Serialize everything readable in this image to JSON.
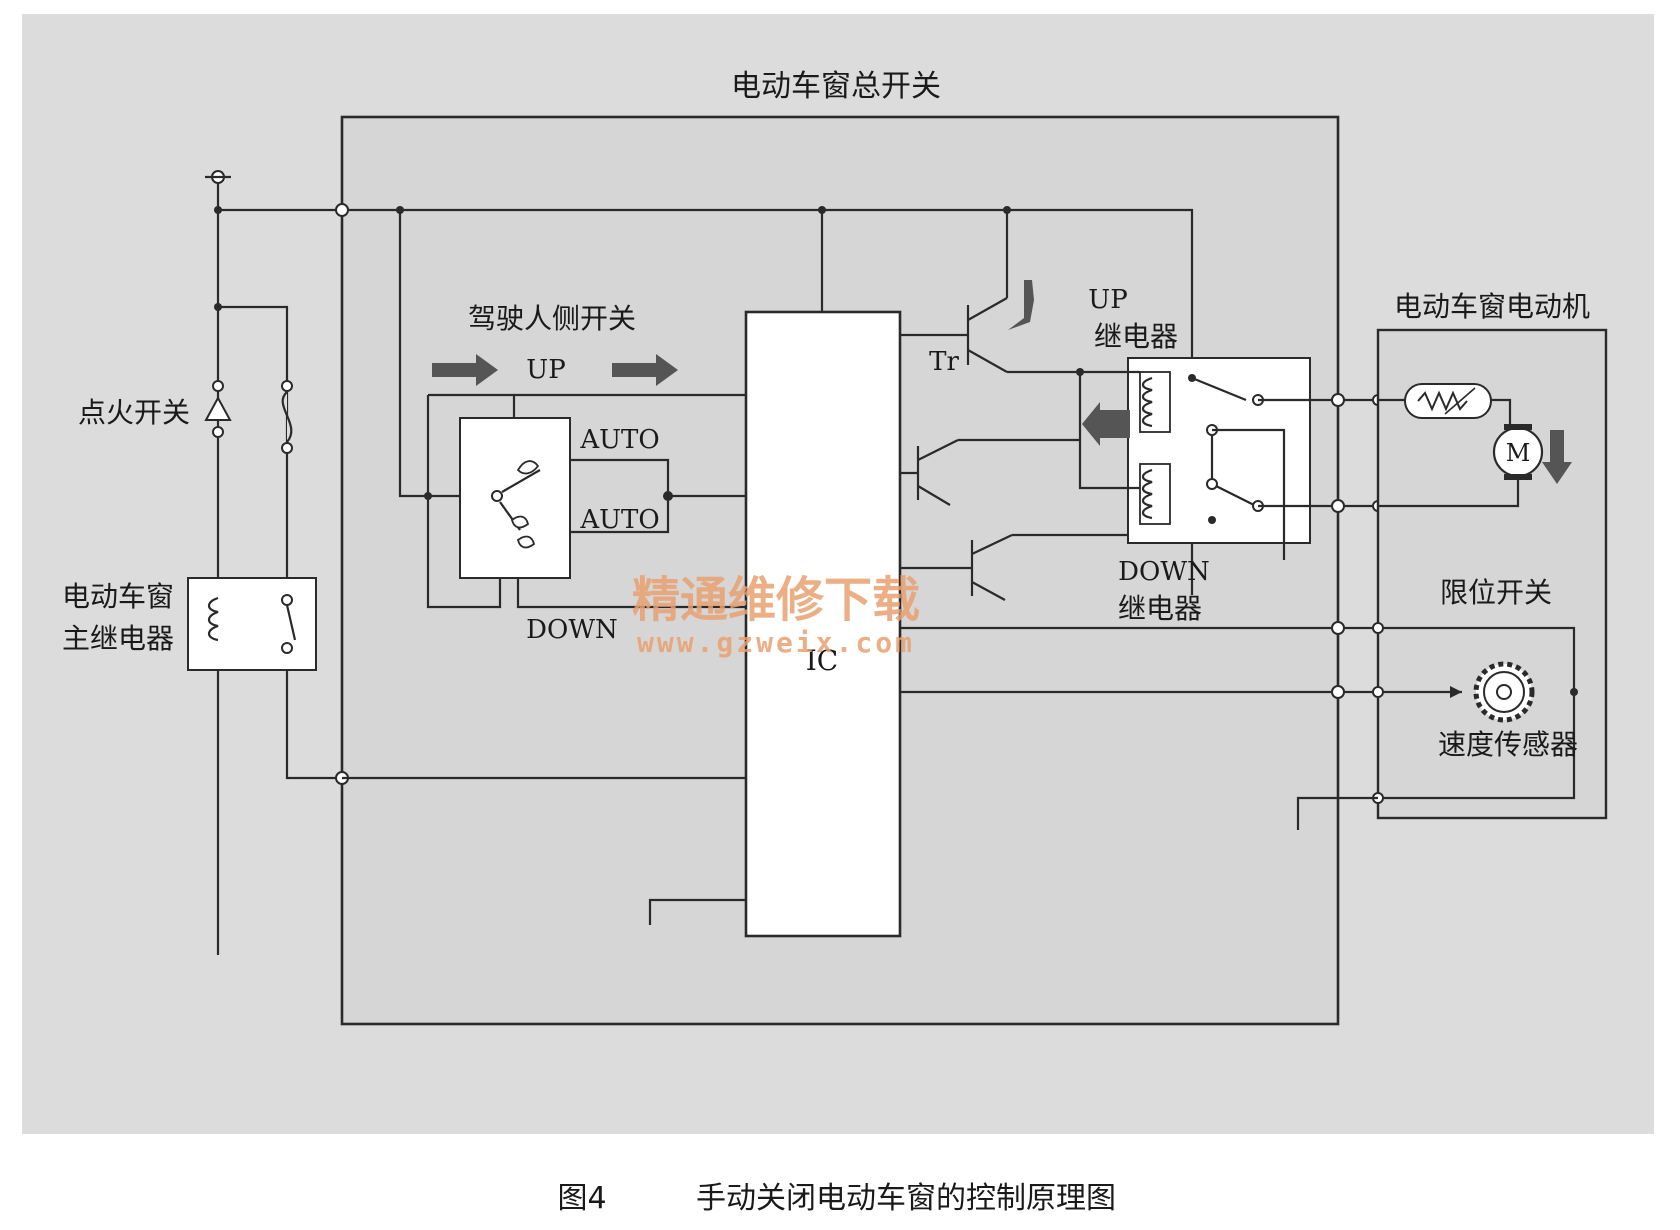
{
  "diagram": {
    "labels": {
      "master_switch": "电动车窗总开关",
      "driver_switch": "驾驶人侧开关",
      "up": "UP",
      "auto_top": "AUTO",
      "auto_bottom": "AUTO",
      "down": "DOWN",
      "ignition_switch": "点火开关",
      "main_relay_line1": "电动车窗",
      "main_relay_line2": "主继电器",
      "ic": "IC",
      "tr": "Tr",
      "up_relay_line1": "UP",
      "up_relay_line2": "继电器",
      "down_relay_line1": "DOWN",
      "down_relay_line2": "继电器",
      "motor_title": "电动车窗电动机",
      "motor_symbol": "M",
      "limit_switch": "限位开关",
      "speed_sensor": "速度传感器"
    },
    "watermark": {
      "title": "精通维修下载",
      "url": "www.gzweix.com",
      "color": "#e8a070"
    },
    "caption": {
      "number": "图4",
      "text": "手动关闭电动车窗的控制原理图"
    },
    "colors": {
      "panel": "#dcdcdc",
      "ic_fill": "#ffffff",
      "line": "#2a2a2a"
    }
  }
}
